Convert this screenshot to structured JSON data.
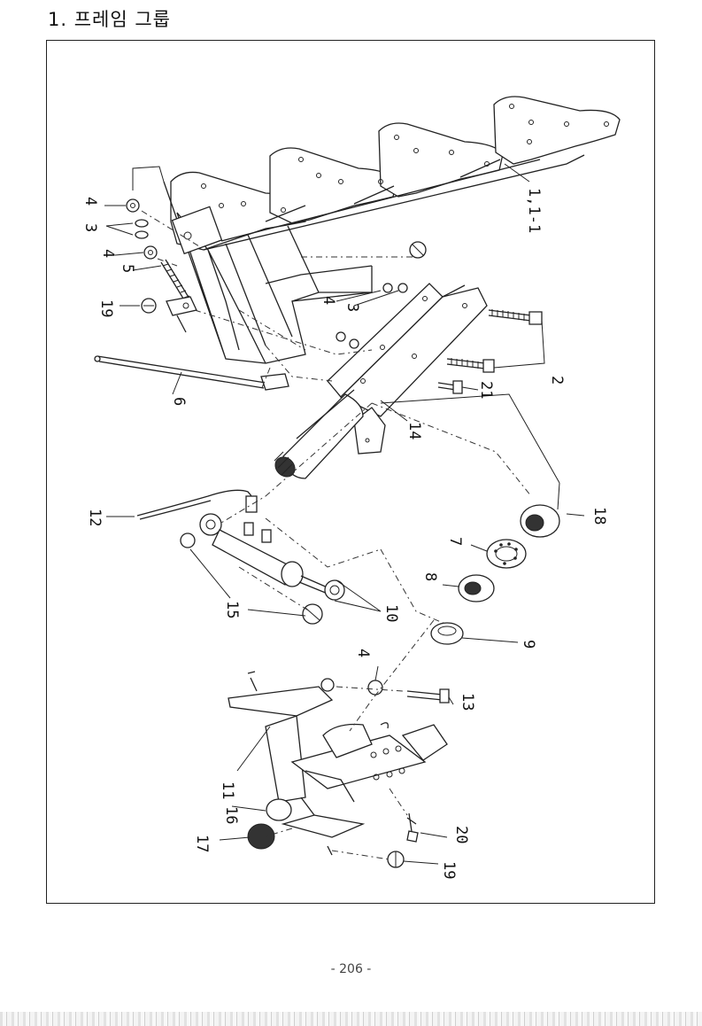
{
  "page": {
    "title": "1. 프레임 그룹",
    "page_number": "- 206 -"
  },
  "parts": [
    {
      "id": "p1",
      "label": "1,1-1"
    },
    {
      "id": "p2",
      "label": "2"
    },
    {
      "id": "p3a",
      "label": "3"
    },
    {
      "id": "p3b",
      "label": "3"
    },
    {
      "id": "p4a",
      "label": "4"
    },
    {
      "id": "p4b",
      "label": "4"
    },
    {
      "id": "p4c",
      "label": "4"
    },
    {
      "id": "p4d",
      "label": "4"
    },
    {
      "id": "p5",
      "label": "5"
    },
    {
      "id": "p6",
      "label": "6"
    },
    {
      "id": "p7",
      "label": "7"
    },
    {
      "id": "p8",
      "label": "8"
    },
    {
      "id": "p9",
      "label": "9"
    },
    {
      "id": "p10",
      "label": "10"
    },
    {
      "id": "p11",
      "label": "11"
    },
    {
      "id": "p12",
      "label": "12"
    },
    {
      "id": "p13",
      "label": "13"
    },
    {
      "id": "p14",
      "label": "14"
    },
    {
      "id": "p15",
      "label": "15"
    },
    {
      "id": "p16",
      "label": "16"
    },
    {
      "id": "p17",
      "label": "17"
    },
    {
      "id": "p18",
      "label": "18"
    },
    {
      "id": "p19a",
      "label": "19"
    },
    {
      "id": "p19b",
      "label": "19"
    },
    {
      "id": "p20",
      "label": "20"
    },
    {
      "id": "p21",
      "label": "21"
    }
  ]
}
